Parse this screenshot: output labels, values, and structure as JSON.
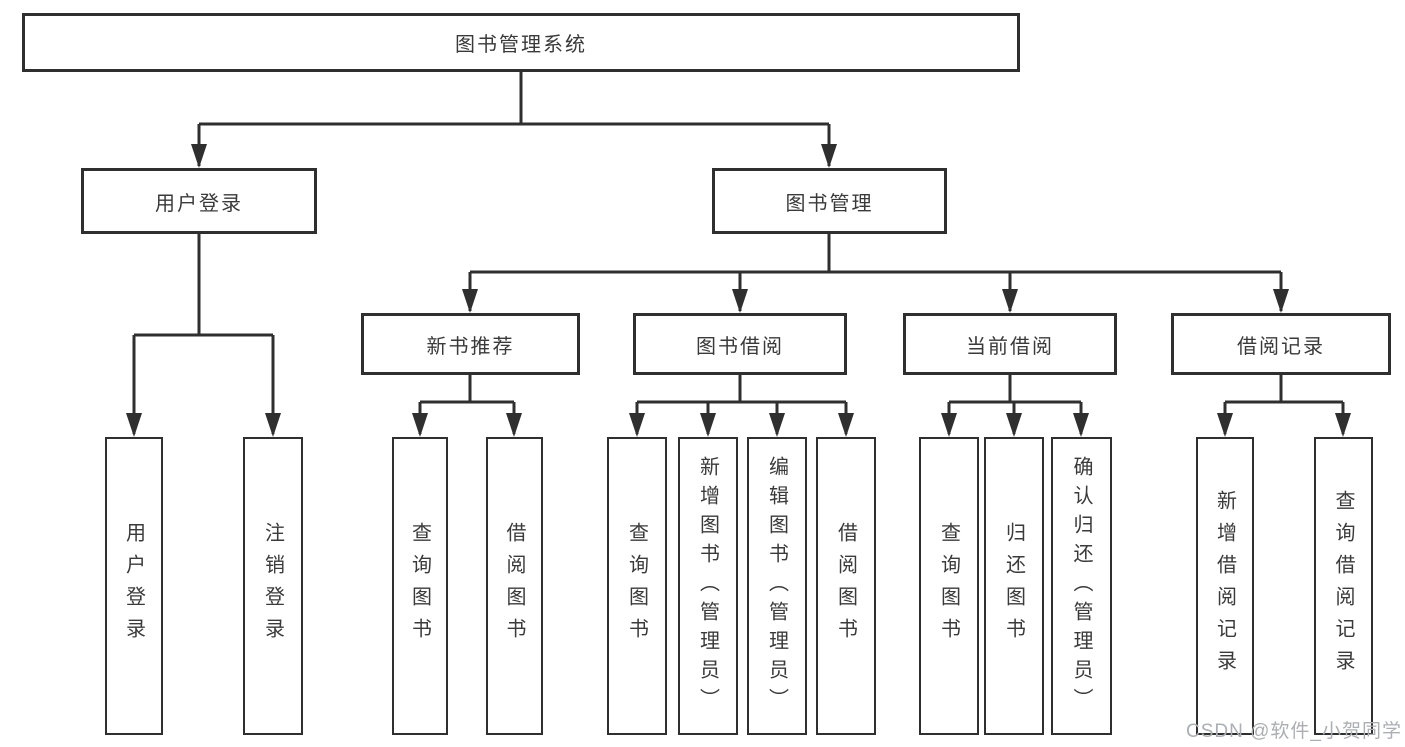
{
  "diagram": {
    "root": {
      "label": "图书管理系统"
    },
    "branches": [
      {
        "label": "用户登录",
        "children": [
          {
            "label": "用户登录"
          },
          {
            "label": "注销登录"
          }
        ]
      },
      {
        "label": "图书管理",
        "groups": [
          {
            "label": "新书推荐",
            "children": [
              {
                "label": "查询图书"
              },
              {
                "label": "借阅图书"
              }
            ]
          },
          {
            "label": "图书借阅",
            "children": [
              {
                "label": "查询图书"
              },
              {
                "label": "新增图书（管理员）"
              },
              {
                "label": "编辑图书（管理员）"
              },
              {
                "label": "借阅图书"
              }
            ]
          },
          {
            "label": "当前借阅",
            "children": [
              {
                "label": "查询图书"
              },
              {
                "label": "归还图书"
              },
              {
                "label": "确认归还（管理员）"
              }
            ]
          },
          {
            "label": "借阅记录",
            "children": [
              {
                "label": "新增借阅记录"
              },
              {
                "label": "查询借阅记录"
              }
            ]
          }
        ]
      }
    ]
  },
  "watermark": {
    "text": "CSDN @软件_小贺同学"
  },
  "colors": {
    "line": "#2f2f2f",
    "text": "#3a3a3a",
    "background": "#ffffff",
    "watermark": "#abaeb3"
  }
}
